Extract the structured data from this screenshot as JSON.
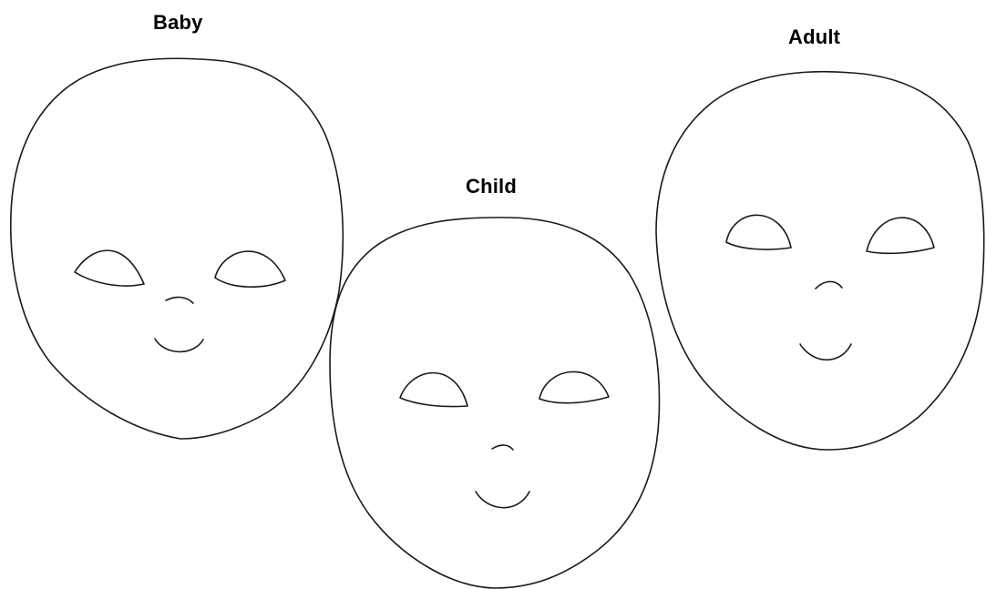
{
  "faces": [
    {
      "label": "Baby"
    },
    {
      "label": "Child"
    },
    {
      "label": "Adult"
    }
  ]
}
